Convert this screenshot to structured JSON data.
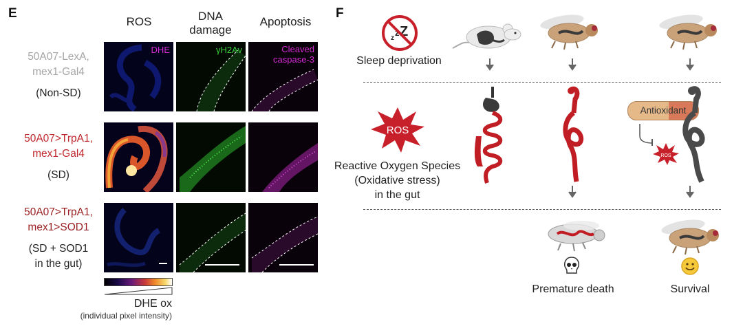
{
  "panel_e": {
    "letter": "E",
    "columns": [
      "ROS",
      "DNA\ndamage",
      "Apoptosis"
    ],
    "rows": [
      {
        "genotype": [
          "50A07-LexA,",
          "mex1-Gal4"
        ],
        "condition": "(Non-SD)",
        "genotype_color": "#a6a6a6"
      },
      {
        "genotype": [
          "50A07>TrpA1,",
          "mex1-Gal4"
        ],
        "condition": "(SD)",
        "genotype_color": "#c0282d"
      },
      {
        "genotype": [
          "50A07>TrpA1,",
          "mex1>SOD1"
        ],
        "condition": "(SD + SOD1\nin the gut)",
        "genotype_color": "#9a1e22"
      }
    ],
    "stain_labels": {
      "ros": "DHE",
      "dna": "γH2Av",
      "apoptosis": "Cleaved\ncaspase-3"
    },
    "colorbar": {
      "title": "DHE ox",
      "subtitle": "(individual pixel intensity)"
    }
  },
  "panel_f": {
    "letter": "F",
    "sleep_deprivation": "Sleep deprivation",
    "ros_badge": "ROS",
    "ros_caption": "Reactive Oxygen Species\n(Oxidative stress)\nin the gut",
    "antioxidant": "Antioxidant",
    "small_ros": "ROS",
    "outcomes": [
      "Premature death",
      "Survival"
    ]
  },
  "colors": {
    "ros_red": "#c8202a",
    "gut_red": "#c01e24",
    "gut_grey": "#4a4a4a",
    "dhe_magenta": "#d32ad3",
    "gh2av_green": "#39d33a"
  }
}
